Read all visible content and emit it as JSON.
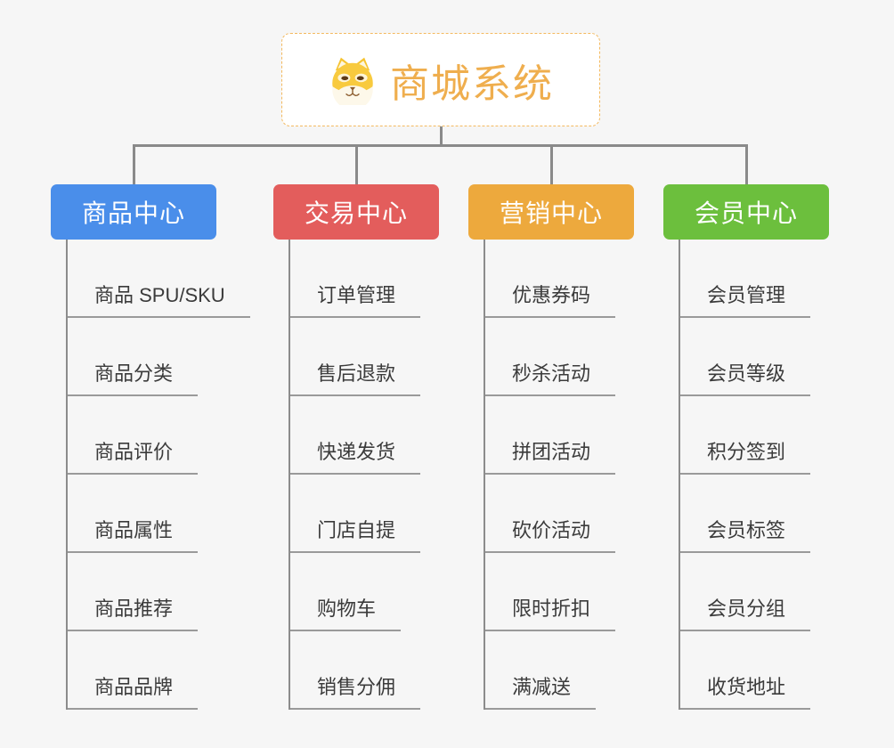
{
  "root": {
    "title": "商城系统",
    "icon": "dog-face-icon",
    "title_color": "#efae4e",
    "border_color": "#f3b95f"
  },
  "branches": [
    {
      "label": "商品中心",
      "color": "#4a8eea",
      "children": [
        "商品 SPU/SKU",
        "商品分类",
        "商品评价",
        "商品属性",
        "商品推荐",
        "商品品牌"
      ]
    },
    {
      "label": "交易中心",
      "color": "#e35d5c",
      "children": [
        "订单管理",
        "售后退款",
        "快递发货",
        "门店自提",
        "购物车",
        "销售分佣"
      ]
    },
    {
      "label": "营销中心",
      "color": "#eda93d",
      "children": [
        "优惠券码",
        "秒杀活动",
        "拼团活动",
        "砍价活动",
        "限时折扣",
        "满减送"
      ]
    },
    {
      "label": "会员中心",
      "color": "#6cbf3d",
      "children": [
        "会员管理",
        "会员等级",
        "积分签到",
        "会员标签",
        "会员分组",
        "收货地址"
      ]
    }
  ],
  "line_color": "#8a8a8a"
}
